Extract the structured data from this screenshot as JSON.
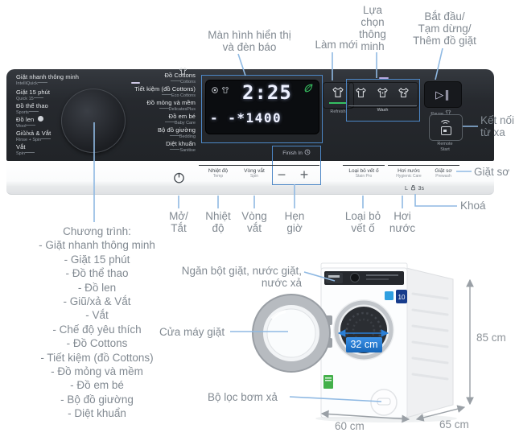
{
  "colors": {
    "annotation_line": "#8fb9e3",
    "callout_box": "#4d87c6",
    "dimension": "#9aa0a6",
    "drum_arrow": "#2b7fd6",
    "accent_green": "#35c063"
  },
  "annotations": {
    "display": "Màn hình hiển thị\nvà đèn báo",
    "refresh": "Làm mới",
    "smart_select": "Lựa\nchọn\nthông\nminh",
    "start_pause": "Bắt đầu/\nTạm dừng/\nThêm đồ giặt",
    "remote": "Kết nối\ntừ xa",
    "prewash": "Giặt sơ",
    "lock": "Khoá",
    "power": "Mở/\nTắt",
    "temp": "Nhiệt\nđộ",
    "spin": "Vòng\nvắt",
    "timer": "Hẹn\ngiờ",
    "stain": "Loại bỏ\nvết ố",
    "steam": "Hơi\nnước",
    "drawer": "Ngăn bột giặt, nước giặt,\nnước xả",
    "door": "Cửa máy giặt",
    "filter": "Bộ lọc bơm xả"
  },
  "program_list": {
    "title": "Chương trình:",
    "items": [
      "- Giặt nhanh thông minh",
      "- Giặt 15 phút",
      "- Đồ thể thao",
      "- Đồ len",
      "- Giũ/xả & Vắt",
      "- Vắt",
      "- Chế độ yêu thích",
      "- Đồ Cottons",
      "- Tiết kiệm (đồ Cottons)",
      "- Đồ mỏng và mềm",
      "- Đồ em bé",
      "- Bộ đồ giường",
      "- Diệt khuẩn"
    ]
  },
  "panel": {
    "programs_left": [
      {
        "vi": "Giặt nhanh thông minh",
        "en": "IntelliQuick"
      },
      {
        "vi": "Giặt 15 phút",
        "en": "Quick 15"
      },
      {
        "vi": "Đồ thể thao",
        "en": "Sports"
      },
      {
        "vi": "Đồ len",
        "en": "Wool"
      },
      {
        "vi": "Giũ/xả & Vắt",
        "en": "Rinse + Spin"
      },
      {
        "vi": "Vắt",
        "en": "Spin"
      }
    ],
    "programs_right": [
      {
        "vi": "Đồ Cottons",
        "en": "Cottons"
      },
      {
        "vi": "Tiết kiệm (đồ Cottons)",
        "en": "Eco Cottons"
      },
      {
        "vi": "Đồ mỏng và mềm",
        "en": "DelicatesPlus"
      },
      {
        "vi": "Đồ em bé",
        "en": "Baby Care"
      },
      {
        "vi": "Bộ đồ giường",
        "en": "Bedding"
      },
      {
        "vi": "Diệt khuẩn",
        "en": "Sanitise"
      }
    ],
    "display": {
      "time": "2:25",
      "sub_temp": "- -",
      "sub_star": "*",
      "sub_spin": "1400",
      "finish_in": "Finish In"
    },
    "refresh_label": "Refresh",
    "wash_label": "Wash",
    "pause_label": "Pause",
    "remote_label": "Remote\nStart",
    "start_pause_glyph": "▷∥",
    "minus": "−",
    "plus": "+",
    "options": [
      {
        "vi": "Nhiệt độ",
        "en": "Temp"
      },
      {
        "vi": "Vòng vắt",
        "en": "Spin"
      },
      {
        "vi": "Loại bỏ vết ố",
        "en": "Stain Pro"
      },
      {
        "vi": "Hơi nước",
        "en": "Hygienic Care"
      },
      {
        "vi": "Giặt sơ",
        "en": "Prewash"
      }
    ],
    "lock_prefix": "L",
    "lock_hold": "3s"
  },
  "machine": {
    "drum_width": "32 cm",
    "height": "85 cm",
    "width": "60 cm",
    "depth": "65 cm",
    "warranty_badge": "10"
  }
}
